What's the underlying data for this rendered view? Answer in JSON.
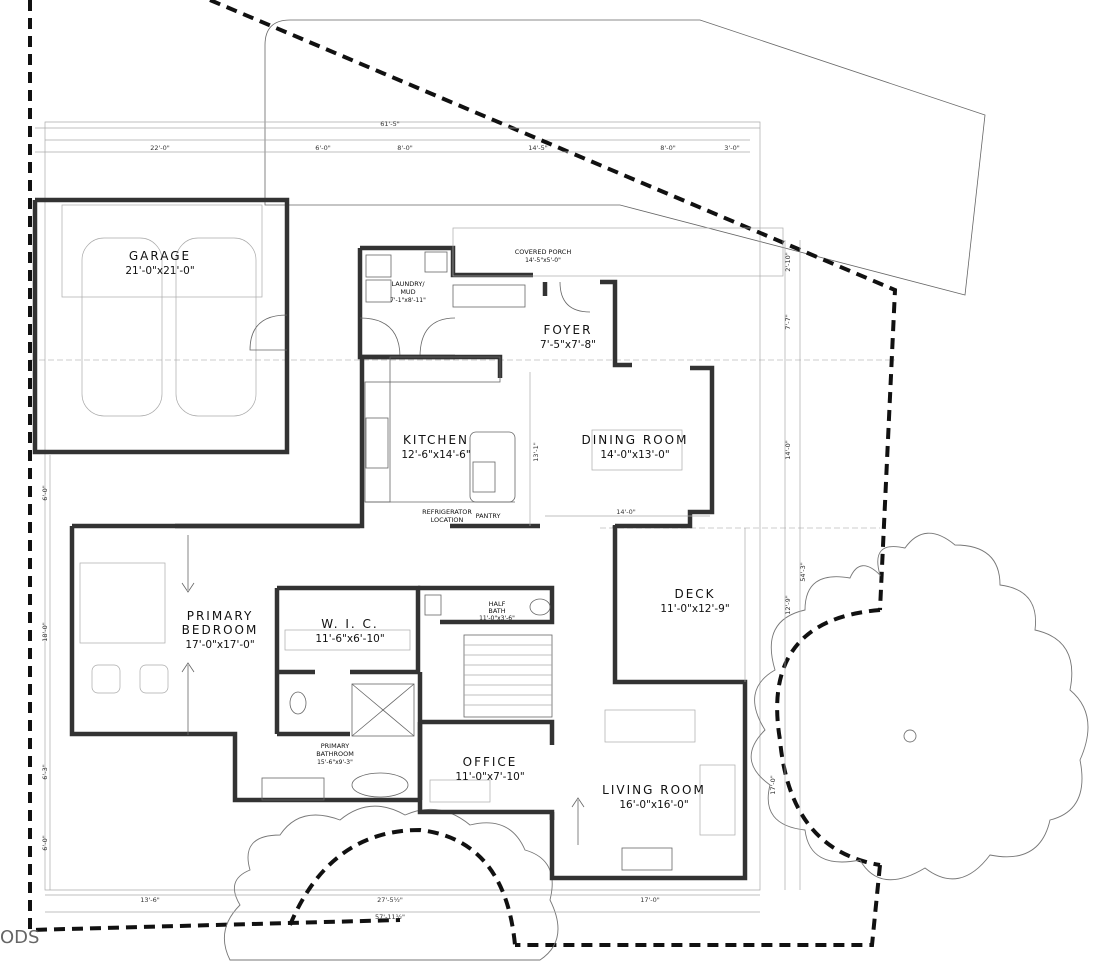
{
  "rooms": {
    "garage": {
      "name": "GARAGE",
      "dim": "21'-0\"x21'-0\""
    },
    "kitchen": {
      "name": "KITCHEN",
      "dim": "12'-6\"x14'-6\""
    },
    "dining": {
      "name": "DINING ROOM",
      "dim": "14'-0\"x13'-0\""
    },
    "foyer": {
      "name": "FOYER",
      "dim": "7'-5\"x7'-8\""
    },
    "deck": {
      "name": "DECK",
      "dim": "11'-0\"x12'-9\""
    },
    "primary_bedroom": {
      "name1": "PRIMARY",
      "name2": "BEDROOM",
      "dim": "17'-0\"x17'-0\""
    },
    "wic": {
      "name": "W. I. C.",
      "dim": "11'-6\"x6'-10\""
    },
    "office": {
      "name": "OFFICE",
      "dim": "11'-0\"x7'-10\""
    },
    "living": {
      "name": "LIVING ROOM",
      "dim": "16'-0\"x16'-0\""
    },
    "laundry": {
      "name1": "LAUNDRY/",
      "name2": "MUD",
      "dim": "7'-1\"x8'-11\""
    },
    "covered_porch": {
      "name": "COVERED PORCH",
      "dim": "14'-5\"x5'-0\""
    },
    "half_bath": {
      "name1": "HALF",
      "name2": "BATH",
      "dim": "11'-0\"x3'-6\""
    },
    "primary_bathroom": {
      "name1": "PRIMARY",
      "name2": "BATHROOM",
      "dim": "15'-6\"x9'-3\""
    },
    "refrigerator": {
      "name1": "REFRIGERATOR",
      "name2": "LOCATION"
    },
    "pantry": {
      "name": "PANTRY"
    }
  },
  "dimensions": {
    "overall_top": "61'-5\"",
    "top_22": "22'-0\"",
    "top_6": "6'-0\"",
    "top_8a": "8'-0\"",
    "top_14_5": "14'-5\"",
    "top_8b": "8'-0\"",
    "top_3": "3'-0\"",
    "right_2_10": "2'-10\"",
    "right_7_7": "7'-7\"",
    "right_14": "14'-0\"",
    "right_54_3": "54'-3\"",
    "right_12_9": "12'-9\"",
    "right_17": "17'-0\"",
    "kitchen_13_1": "13'-1\"",
    "dining_14": "14'-0\"",
    "left_6a": "6'-0\"",
    "left_18": "18'-0\"",
    "left_6_3": "6'-3\"",
    "left_6b": "6'-0\"",
    "bottom_13_6": "13'-6\"",
    "bottom_17": "17'-0\"",
    "bottom_27_5": "27'-5½\"",
    "bottom_57_11": "57'-11½\""
  },
  "logo": "ODS"
}
